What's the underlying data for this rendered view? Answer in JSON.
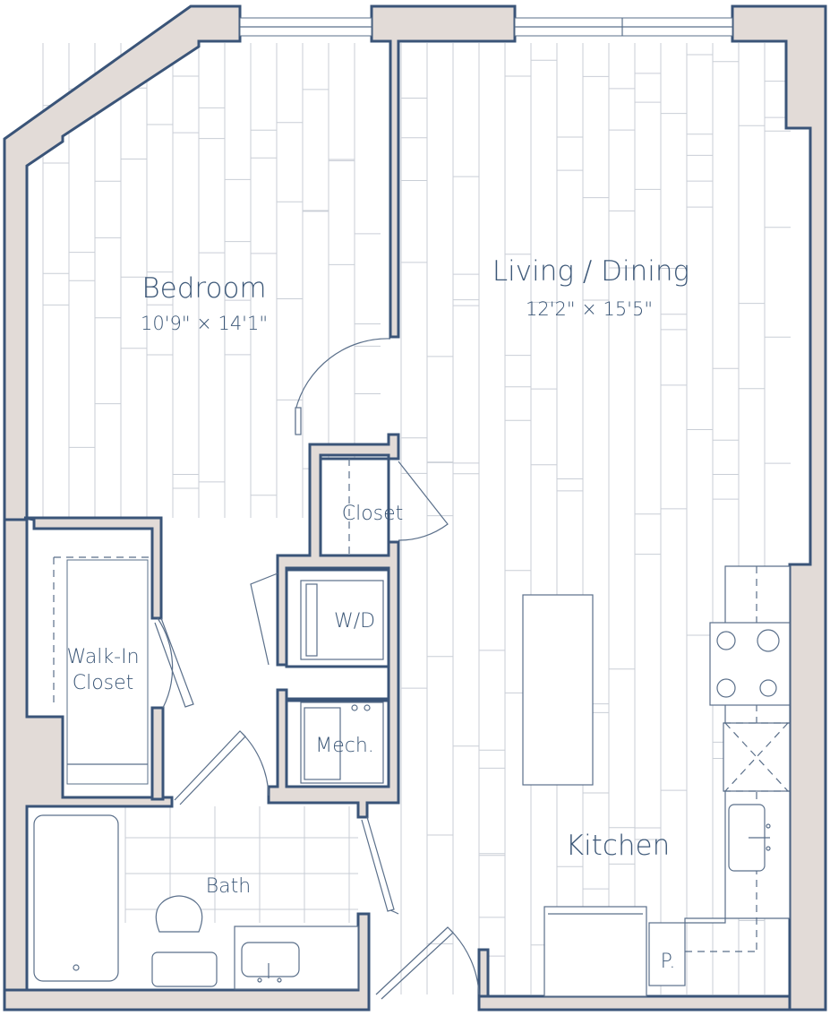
{
  "plan": {
    "rooms": {
      "bedroom": {
        "name": "Bedroom",
        "dims": "10'9\" × 14'1\""
      },
      "living": {
        "name": "Living / Dining",
        "dims": "12'2\" × 15'5\""
      },
      "closet": {
        "name": "Closet"
      },
      "wd": {
        "name": "W/D"
      },
      "walkin_line1": {
        "name": "Walk-In"
      },
      "walkin_line2": {
        "name": "Closet"
      },
      "mech": {
        "name": "Mech."
      },
      "bath": {
        "name": "Bath"
      },
      "kitchen": {
        "name": "Kitchen"
      },
      "pantry": {
        "name": "P."
      }
    },
    "colors": {
      "wall_fill": "#e2dbd7",
      "wall_outline": "#3a5478",
      "floor_lines": "#c9ced6",
      "text": "#3d5878"
    }
  }
}
